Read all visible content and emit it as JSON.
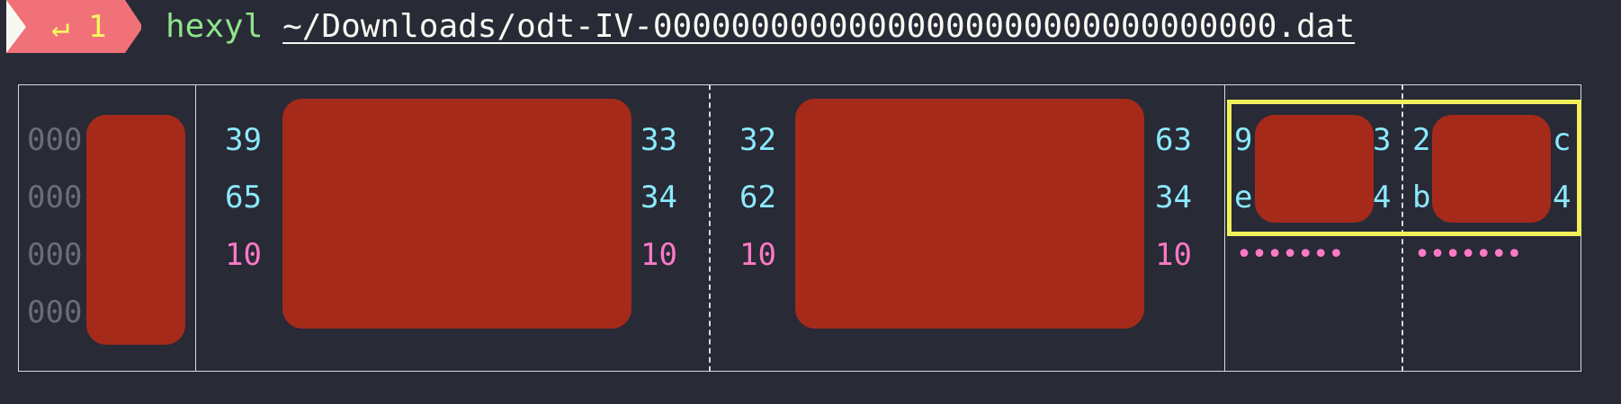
{
  "terminal": {
    "prompt": {
      "symbol": "↵",
      "exit_code": "1",
      "colors": {
        "badge": "#f07178",
        "text": "#f8f862"
      }
    },
    "command": {
      "program": "hexyl",
      "path": "~/Downloads/odt-IV-00000000000000000000000000000000.dat"
    }
  },
  "hexdump": {
    "offsets": [
      "000",
      "000",
      "000",
      "000"
    ],
    "rows": [
      {
        "g1_first": "39",
        "g1_last": "33",
        "g2_first": "32",
        "g2_last": "63",
        "a1_first": "9",
        "a1_last": "3",
        "a2_first": "2",
        "a2_last": "c"
      },
      {
        "g1_first": "65",
        "g1_last": "34",
        "g2_first": "62",
        "g2_last": "34",
        "a1_first": "e",
        "a1_last": "4",
        "a2_first": "b",
        "a2_last": "4"
      },
      {
        "g1_first": "10",
        "g1_last": "10",
        "g2_first": "10",
        "g2_last": "10",
        "a1_dots": "•••••••",
        "a2_dots": "•••••••"
      }
    ],
    "colors": {
      "hex": "#8be9fd",
      "newline": "#ff79c6",
      "offset": "#6b6d75",
      "redaction": "#a52a1a",
      "highlight": "#f1f05a"
    }
  }
}
